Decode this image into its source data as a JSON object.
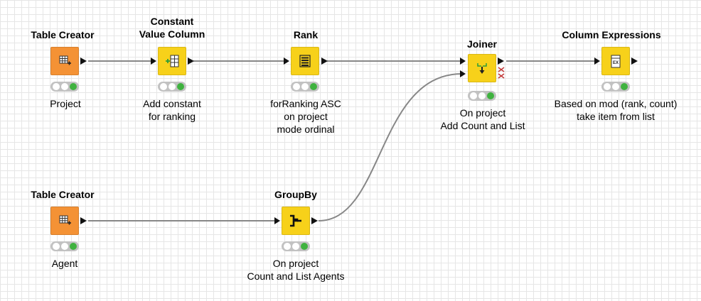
{
  "nodes": [
    {
      "id": "table-creator-project",
      "title_lines": [
        "Table Creator"
      ],
      "label_lines": [
        "Project"
      ],
      "color": "#f49235",
      "icon": "table-creator-icon"
    },
    {
      "id": "constant-value-column",
      "title_lines": [
        "Constant",
        "Value Column"
      ],
      "label_lines": [
        "Add constant",
        "for ranking"
      ],
      "color": "#f7d11a",
      "icon": "constant-value-icon"
    },
    {
      "id": "rank",
      "title_lines": [
        "Rank"
      ],
      "label_lines": [
        "forRanking ASC",
        "on project",
        "mode ordinal"
      ],
      "color": "#f7d11a",
      "icon": "rank-icon"
    },
    {
      "id": "joiner",
      "title_lines": [
        "Joiner"
      ],
      "label_lines": [
        "On project",
        "Add Count and List"
      ],
      "color": "#f7d11a",
      "icon": "joiner-icon"
    },
    {
      "id": "column-expressions",
      "title_lines": [
        "Column Expressions"
      ],
      "label_lines": [
        "Based on mod (rank, count)",
        "take item from list"
      ],
      "color": "#f7d11a",
      "icon": "column-expressions-icon"
    },
    {
      "id": "table-creator-agent",
      "title_lines": [
        "Table Creator"
      ],
      "label_lines": [
        "Agent"
      ],
      "color": "#f49235",
      "icon": "table-creator-icon"
    },
    {
      "id": "groupby",
      "title_lines": [
        "GroupBy"
      ],
      "label_lines": [
        "On project",
        "Count and List Agents"
      ],
      "color": "#f7d11a",
      "icon": "groupby-icon"
    }
  ],
  "connections": [
    {
      "from": "table-creator-project",
      "to": "constant-value-column"
    },
    {
      "from": "constant-value-column",
      "to": "rank"
    },
    {
      "from": "rank",
      "to": "joiner"
    },
    {
      "from": "joiner",
      "to": "column-expressions"
    },
    {
      "from": "table-creator-agent",
      "to": "groupby"
    },
    {
      "from": "groupby",
      "to": "joiner"
    }
  ],
  "status_colors": {
    "ok": "#3fb23f",
    "inactive": "#ffffff",
    "panel": "#c2c2c2",
    "wire": "#878787"
  },
  "icons": {
    "x_label": "EX"
  }
}
